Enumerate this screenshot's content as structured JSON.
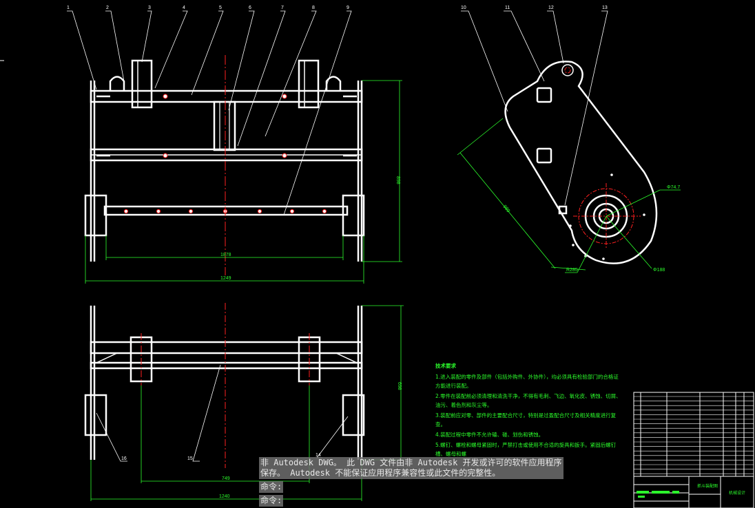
{
  "drawing": {
    "balloons_top": [
      "1",
      "2",
      "3",
      "4",
      "5",
      "6",
      "7",
      "8",
      "9"
    ],
    "balloons_right": [
      "10",
      "11",
      "12",
      "13"
    ],
    "balloons_bottom": [
      "14",
      "15",
      "16"
    ],
    "dim_top_inner": "1878",
    "dim_top_outer": "1249",
    "dim_top_height": "898",
    "dim_bottom_inner": "749",
    "dim_bottom_outer": "1240",
    "dim_bottom_height": "698",
    "dim_side_length": "989",
    "dim_side_dia1": "Φ74.7",
    "dim_side_radius": "R285",
    "dim_side_dia2": "Φ188"
  },
  "technical_requirements": {
    "title": "技术要求",
    "lines": [
      "1.进入装配的零件及部件（包括外购件、外协件），均必须具有检验部门的合格证",
      "方能进行装配。",
      "2.零件在装配前必须清理和清洗干净，不得有毛刺、飞边、氧化皮、锈蚀、切屑、",
      "油污、着色剂和灰尘等。",
      "3.装配前应对零、部件的主要配合尺寸，特别是过盈配合尺寸及相关精度进行复",
      "查。",
      "4.装配过程中零件不允许磕、碰、划伤和锈蚀。",
      "5.螺钉、螺栓和螺母紧固时，严禁打击或使用不合适的旋具和扳手。紧固后螺钉",
      "槽、螺母和螺"
    ]
  },
  "title_block": {
    "name_cell": "抓斗装配图",
    "company_cell": "机械设计"
  },
  "command": {
    "warning_line1": "非 Autodesk DWG。 此 DWG 文件由非 Autodesk 开发或许可的软件应用程序",
    "warning_line2": "保存。 Autodesk 不能保证应用程序兼容性或此文件的完整性。",
    "prompt1": "命令:",
    "prompt2": "命令:"
  },
  "colors": {
    "background": "#000000",
    "geometry": "#ffffff",
    "dimension": "#2cff2c",
    "centerline": "#ff2020"
  }
}
